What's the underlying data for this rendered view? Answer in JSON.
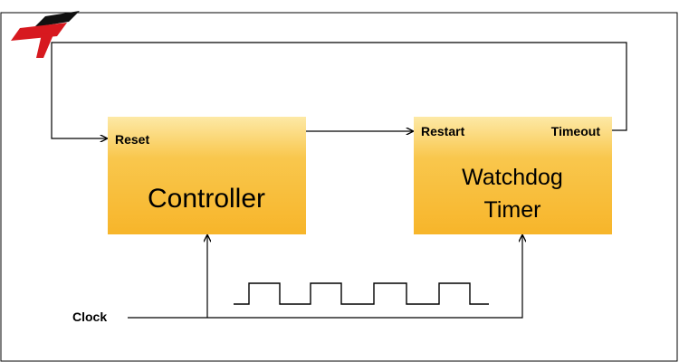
{
  "logo": {
    "name": "brand-logo"
  },
  "blocks": {
    "controller": {
      "title": "Controller",
      "input_label": "Reset"
    },
    "watchdog": {
      "title_line1": "Watchdog",
      "title_line2": "Timer",
      "input_label": "Restart",
      "output_label": "Timeout"
    }
  },
  "signals": {
    "clock_label": "Clock"
  },
  "colors": {
    "block_gradient_top": "#fde9a6",
    "block_gradient_mid": "#f9c74d",
    "block_gradient_bottom": "#f7b52a",
    "logo_red": "#d7191f",
    "logo_black": "#111111",
    "line": "#000000"
  }
}
